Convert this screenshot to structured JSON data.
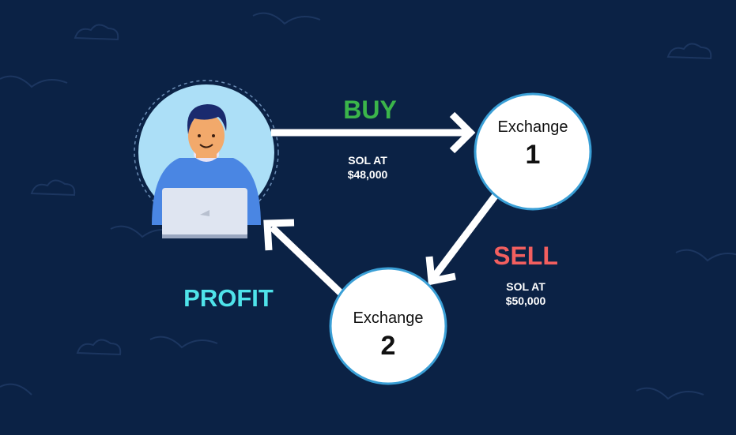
{
  "buy": {
    "label": "BUY",
    "detail_line1": "SOL AT",
    "detail_line2": "$48,000"
  },
  "sell": {
    "label": "SELL",
    "detail_line1": "SOL AT",
    "detail_line2": "$50,000"
  },
  "profit": {
    "label": "PROFIT"
  },
  "exchange1": {
    "name": "Exchange",
    "number": "1"
  },
  "exchange2": {
    "name": "Exchange",
    "number": "2"
  },
  "colors": {
    "background": "#0b2245",
    "buy": "#3bb54a",
    "sell": "#f25f5f",
    "profit": "#4fe3ea",
    "exchange_border": "#3a9fd6",
    "avatar_bg": "#acdff7"
  }
}
